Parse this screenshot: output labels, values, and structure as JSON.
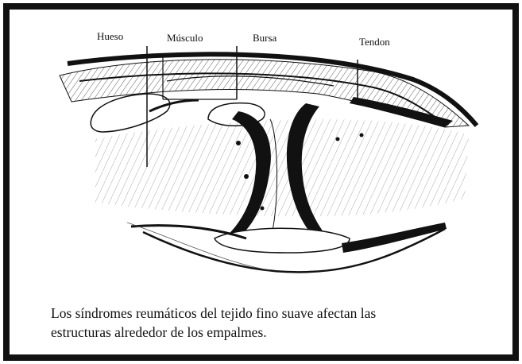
{
  "labels": {
    "hueso": "Hueso",
    "musculo": "Músculo",
    "bursa": "Bursa",
    "tendon": "Tendon"
  },
  "caption": {
    "line1": "Los síndromes reumáticos del tejido fino suave afectan las",
    "line2": "estructuras alrededor de los empalmes."
  },
  "colors": {
    "ink": "#111111",
    "paper": "#ffffff"
  }
}
